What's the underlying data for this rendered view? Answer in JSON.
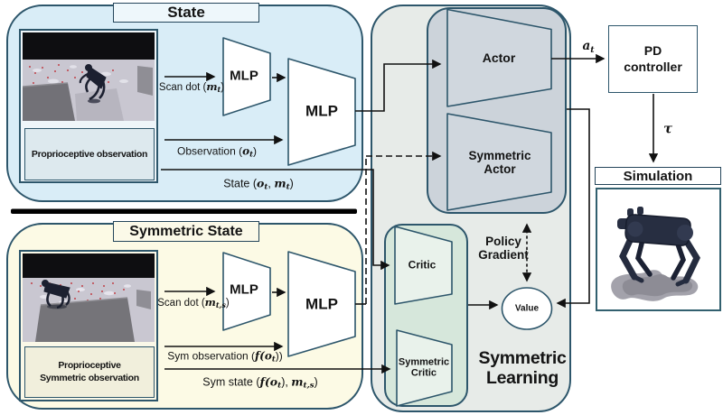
{
  "state_panel": {
    "title": "State",
    "prop_box": "Proprioceptive observation",
    "mlp": "MLP",
    "scan_label": {
      "pre": "Scan dot (",
      "v": "m",
      "sub": "t",
      "post": ")"
    },
    "obs_label": {
      "pre": "Observation (",
      "v": "o",
      "sub": "t",
      "post": ")"
    },
    "state_label": {
      "pre": "State (",
      "v1": "o",
      "sub1": "t",
      "mid": ", ",
      "v2": "m",
      "sub2": "t",
      "post": ")"
    }
  },
  "symmetric_state_panel": {
    "title": "Symmetric State",
    "prop_box": "Proprioceptive\nSymmetric observation",
    "mlp": "MLP",
    "scan_label": {
      "pre": "Scan dot (",
      "v": "m",
      "sub": "t,s",
      "post": ")"
    },
    "obs_label": {
      "pre": "Sym observation (",
      "v": "f(o",
      "sub": "t",
      "post": "))"
    },
    "state_label": {
      "pre": "Sym state (",
      "v1": "f(o",
      "sub1": "t",
      "mid": "), ",
      "v2": "m",
      "sub2": "t,s",
      "post": ")"
    }
  },
  "learning_panel": {
    "actor": "Actor",
    "symmetric_actor": "Symmetric\nActor",
    "critic": "Critic",
    "symmetric_critic": "Symmetric\nCritic",
    "policy_gradient": "Policy\nGradient",
    "value": "Value",
    "panel_label": "Symmetric\nLearning"
  },
  "right_column": {
    "action_label": {
      "v": "a",
      "sub": "t"
    },
    "pd_controller": "PD\ncontroller",
    "torque_label": "τ",
    "simulation_title": "Simulation"
  },
  "palette": {
    "state_panel_fill": "#d9edf7",
    "symmetric_panel_fill": "#fcfae5",
    "learning_panel_fill": "#e7ebe8",
    "actor_box_fill": "#ccd3da",
    "critic_box_fill": "#d6e7db",
    "critic_trapezoid_fill": "#e9f2eb",
    "border": "#2d566b",
    "line": "#111111"
  }
}
